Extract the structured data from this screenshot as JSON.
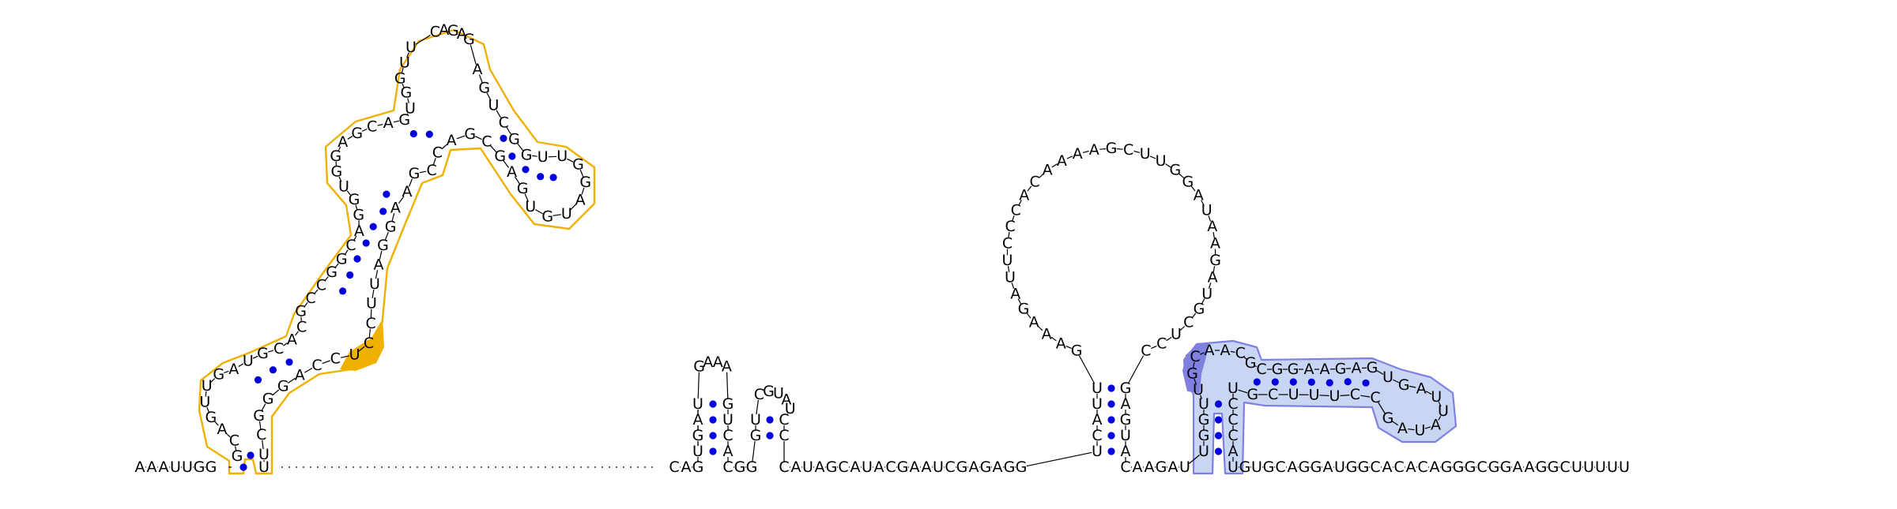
{
  "colors": {
    "background": "#ffffff",
    "nucleotide_text": "#000000",
    "base_pair_dot": "#0000dd",
    "gold_domain_stroke": "#f0b000",
    "gold_domain_fill": "#ffffff",
    "gold_highlight": "#f0b000",
    "blue_domain_stroke": "#8080e0",
    "blue_domain_fill": "#c8d6f4",
    "blue_highlight": "#8080e0"
  },
  "backbone": {
    "left_tail": "AAAUUGG",
    "left_stem_bottom": "U",
    "gap": ".......................",
    "after_gap": "CAG",
    "after_hairpin1": "CGG",
    "after_hairpin2": "CAUAGCAUACGAAUCGAGAGG",
    "after_big_loop": "CAAGAU",
    "right_tail": "UGUGCAGGAUGGCACACAGGGCGGAAGGCUUUUU"
  },
  "domain1_gold": {
    "left_strand": "GCAGUUGAUGCACGCCGGCAGGUGGAGCAGUGGUU",
    "apical_loop": "CAGAG",
    "right_strand": "AGUCGGUUGGAUGUGAGCGACCGAAGGAUUCCUCCAGGGCU",
    "pairs_stem1": 2,
    "pairs_stem2": 3,
    "pairs_stem3": 7,
    "pairs_stem4": 2,
    "pairs_branch": 5
  },
  "hairpin1": {
    "stem5": "UGAU",
    "loop": "GAAA",
    "stem3": "GUCA"
  },
  "hairpin2": {
    "stem5": "GU",
    "loop": "CGUAU",
    "stem3": "CC"
  },
  "big_hairpin": {
    "stem5": "UCAUU",
    "loop": "GAAAGAUUCCCACAAAAGCUUGGAUAAGAUGCUCC",
    "stem3": "GAGUA"
  },
  "domain2_blue": {
    "stem5": "UGGU",
    "highlight": "UGC",
    "top_strand": "AACGCGGAAGAG",
    "loop": "UGAUUAUAG",
    "bottom_strand": "CCUUUCGU",
    "stem3": "CCCA"
  }
}
